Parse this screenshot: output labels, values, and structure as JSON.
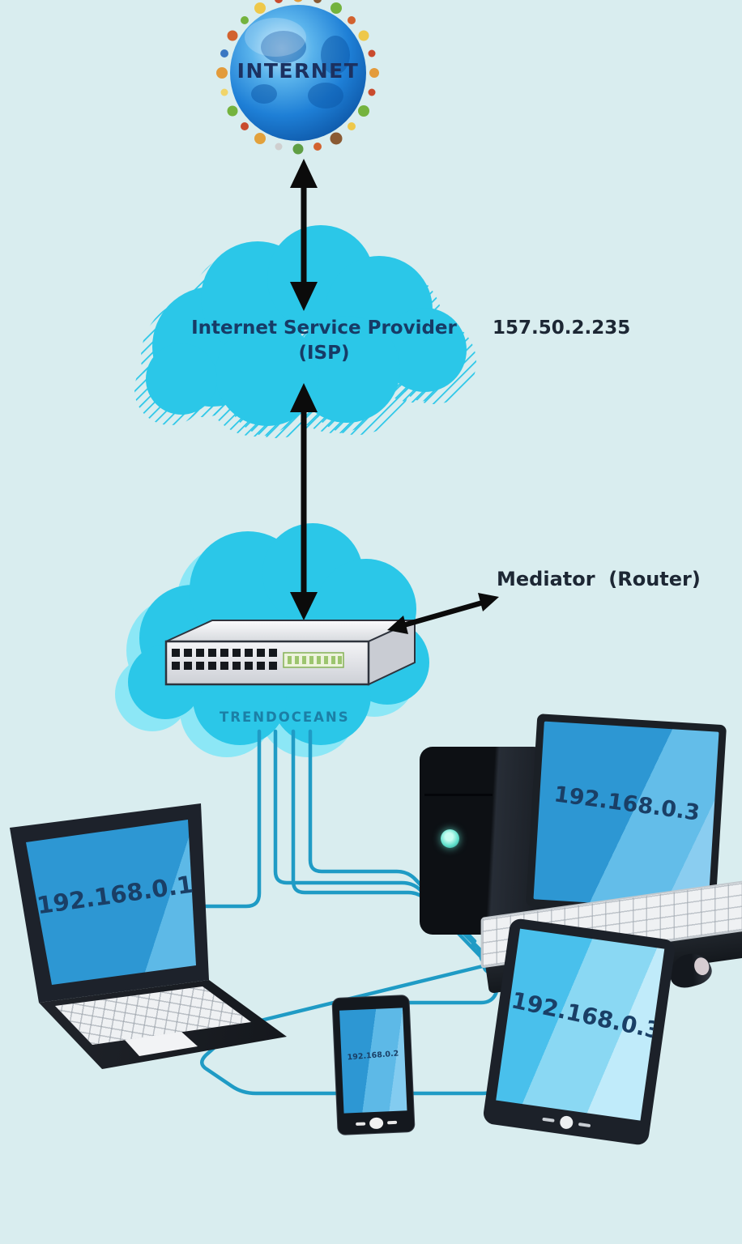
{
  "internet": {
    "label": "INTERNET"
  },
  "isp": {
    "title_line1": "Internet Service Provider",
    "title_line2": "(ISP)",
    "public_ip": "157.50.2.235"
  },
  "router": {
    "label": "Mediator  (Router)",
    "caption": "TRENDOCEANS"
  },
  "devices": {
    "laptop": {
      "ip": "192.168.0.1"
    },
    "phone": {
      "ip": "192.168.0.2"
    },
    "desktop_monitor": {
      "ip": "192.168.0.3"
    },
    "tablet": {
      "ip": "192.168.0.3"
    }
  },
  "icons": {
    "internet": "globe-icon",
    "isp": "cloud-icon",
    "router": "cloud-icon",
    "switch": "network-switch-icon",
    "laptop": "laptop-icon",
    "phone": "smartphone-icon",
    "desktop": "desktop-tower-icon",
    "monitor": "monitor-icon",
    "tablet": "tablet-icon",
    "mouse": "mouse-icon",
    "keyboard": "keyboard-icon"
  },
  "colors": {
    "cloud": "#2bc7e8",
    "cloud_shadow": "#8ce7f6",
    "cable": "#1f9bc5",
    "background": "#d9edef",
    "screen_blue": "#2d97d3",
    "label_text": "#1d2734",
    "cloud_text": "#173b66",
    "screen_text": "#1a3f66",
    "brand_text": "#1b7fa6",
    "arrow": "#0b0b0b"
  }
}
